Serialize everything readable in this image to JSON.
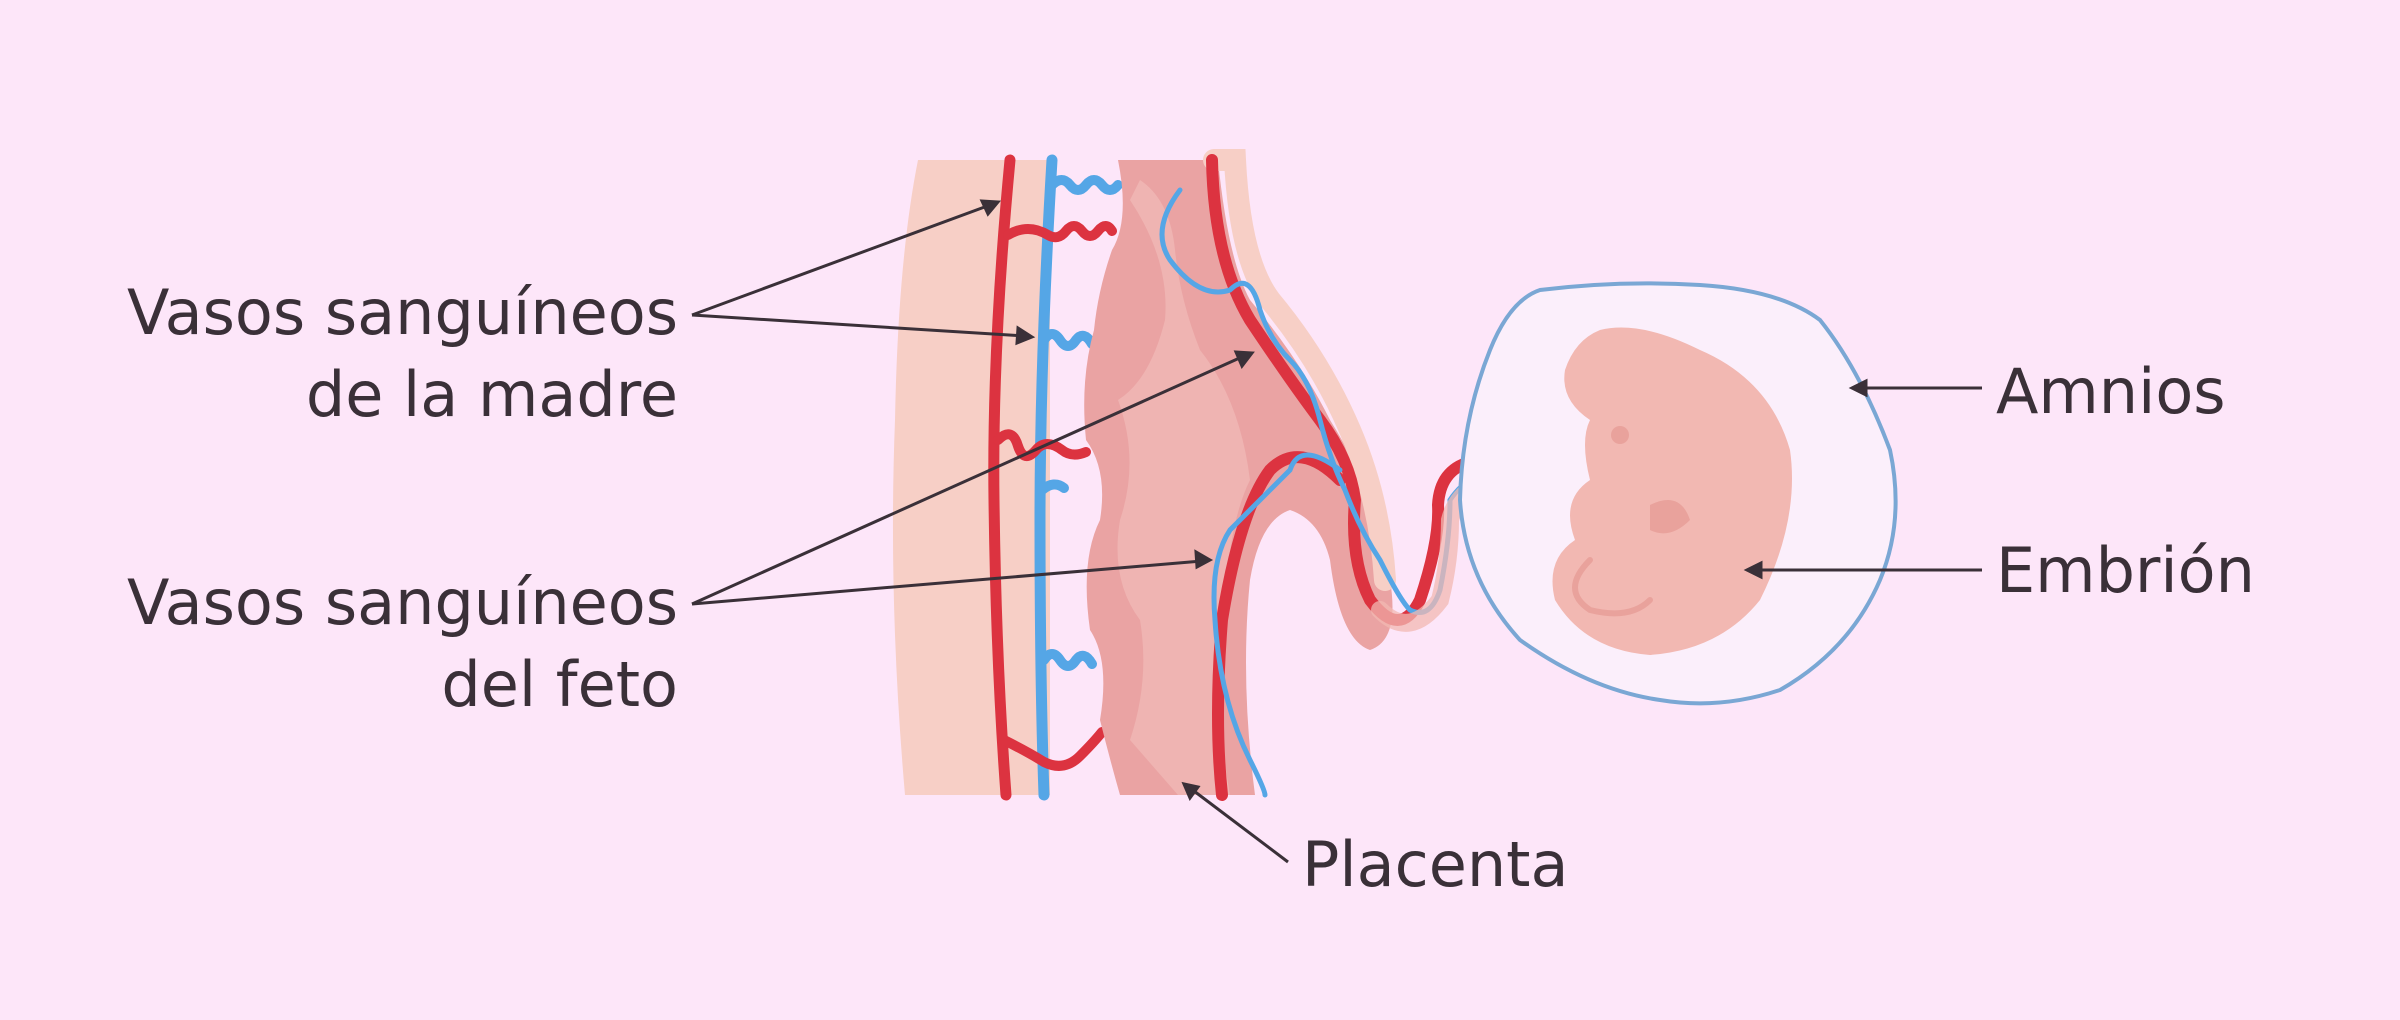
{
  "labels": {
    "maternal_vessels": {
      "line1": "Vasos sanguíneos",
      "line2": "de la madre"
    },
    "fetal_vessels": {
      "line1": "Vasos sanguíneos",
      "line2": "del feto"
    },
    "amnion": "Amnios",
    "embryo": "Embrión",
    "placenta": "Placenta"
  },
  "colors": {
    "background": "#fde6f9",
    "maternal_artery": "#dc3340",
    "maternal_vein": "#55a6e6",
    "placenta_tissue": "#eaa3a3",
    "uterine_wall": "#f7cfc6",
    "amniotic_sac_outline": "#7aa7d4",
    "embryo": "#f2b8b2",
    "text": "#3a3038"
  }
}
